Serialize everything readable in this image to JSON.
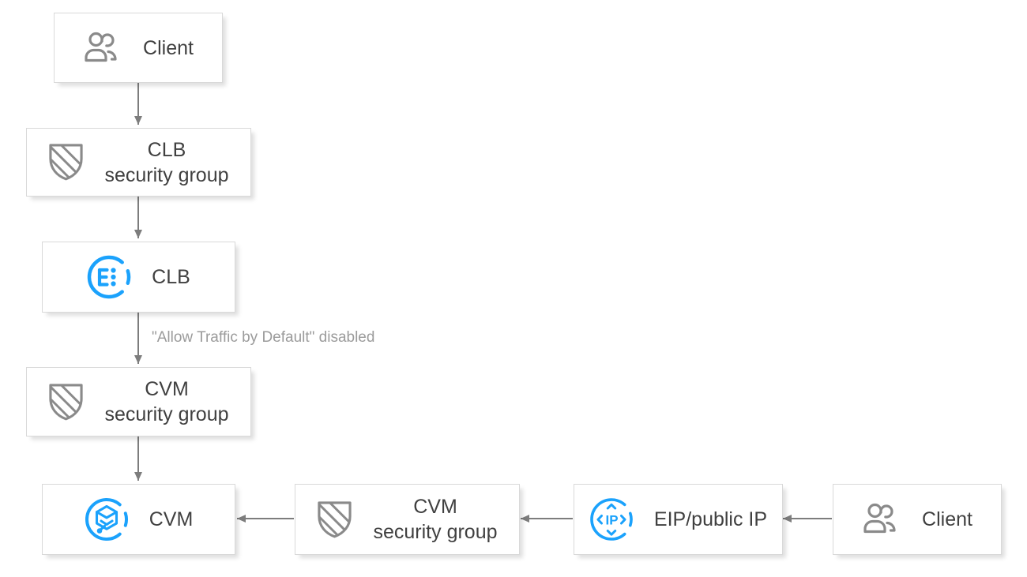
{
  "diagram": {
    "nodes": {
      "client_top": {
        "label": "Client",
        "icon": "users-icon"
      },
      "clb_security_group": {
        "label": "CLB\nsecurity group",
        "icon": "shield-icon"
      },
      "clb": {
        "label": "CLB",
        "icon": "clb-icon"
      },
      "cvm_security_group_left": {
        "label": "CVM\nsecurity group",
        "icon": "shield-icon"
      },
      "cvm": {
        "label": "CVM",
        "icon": "cvm-icon"
      },
      "cvm_security_group_bottom": {
        "label": "CVM\nsecurity group",
        "icon": "shield-icon"
      },
      "eip": {
        "label": "EIP/public IP",
        "icon": "eip-icon"
      },
      "client_bottom": {
        "label": "Client",
        "icon": "users-icon"
      }
    },
    "edges": [
      {
        "from": "client_top",
        "to": "clb_security_group"
      },
      {
        "from": "clb_security_group",
        "to": "clb"
      },
      {
        "from": "clb",
        "to": "cvm_security_group_left",
        "annotation": "\"Allow Traffic by Default\" disabled"
      },
      {
        "from": "cvm_security_group_left",
        "to": "cvm"
      },
      {
        "from": "cvm_security_group_bottom",
        "to": "cvm"
      },
      {
        "from": "eip",
        "to": "cvm_security_group_bottom"
      },
      {
        "from": "client_bottom",
        "to": "eip"
      }
    ],
    "edge_annotation": "\"Allow Traffic by Default\" disabled",
    "colors": {
      "accent_blue": "#1ba2fc",
      "icon_gray": "#8a8a8a",
      "arrow_gray": "#7d7d7d",
      "box_border": "#d9d9d9",
      "text": "#404040",
      "annotation": "#9b9b9b"
    }
  }
}
